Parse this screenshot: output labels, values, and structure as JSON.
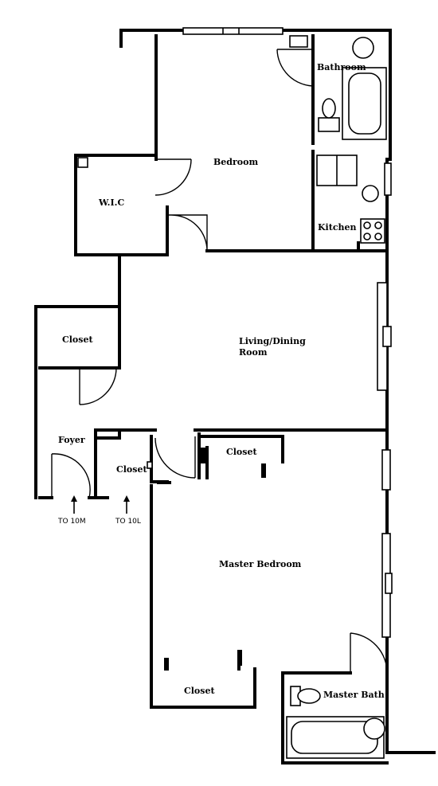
{
  "rooms": {
    "bathroom": "Bathroom",
    "bedroom": "Bedroom",
    "wic": "W.I.C",
    "kitchen": "Kitchen",
    "closet_left": "Closet",
    "living_line1": "Living/Dining",
    "living_line2": "Room",
    "foyer": "Foyer",
    "closet_foyer": "Closet",
    "closet_center": "Closet",
    "master_bedroom": "Master Bedroom",
    "closet_bottom": "Closet",
    "master_bath": "Master Bath"
  },
  "annotations": {
    "to_10m": "TO 10M",
    "to_10l": "TO 10L"
  },
  "icons": [
    "toilet-icon",
    "bathtub-icon",
    "stove-icon",
    "sink-icon",
    "door-swing-icon",
    "entry-arrow-icon"
  ],
  "colors": {
    "ink": "#000000",
    "paper": "#ffffff"
  }
}
